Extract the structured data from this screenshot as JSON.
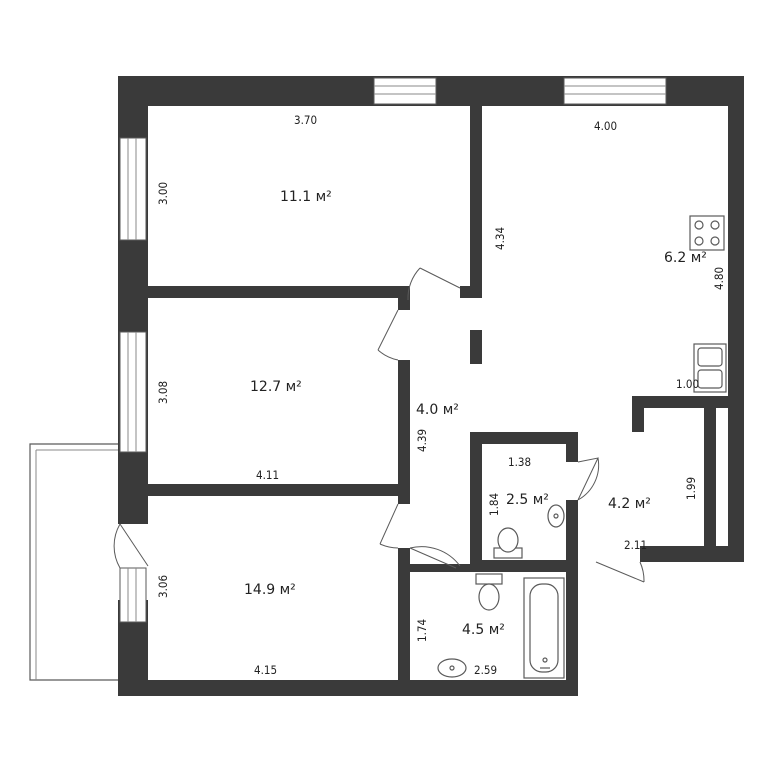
{
  "rooms": [
    {
      "id": "room-1",
      "area": "11.1 м²"
    },
    {
      "id": "room-2",
      "area": "12.7 м²"
    },
    {
      "id": "room-3",
      "area": "14.9 м²"
    },
    {
      "id": "kitchen",
      "area": "6.2 м²"
    },
    {
      "id": "hall",
      "area": "4.0 м²"
    },
    {
      "id": "corridor",
      "area": "4.2 м²"
    },
    {
      "id": "toilet",
      "area": "2.5 м²"
    },
    {
      "id": "bathroom",
      "area": "4.5 м²"
    }
  ],
  "dimensions": {
    "room1_width": "3.70",
    "room1_depth": "3.00",
    "room2_depth": "3.08",
    "room2_width": "4.11",
    "room3_depth": "3.06",
    "room3_width": "4.15",
    "kitchen_width": "4.00",
    "kitchen_left": "4.34",
    "kitchen_right": "4.80",
    "kitchen_nook": "1.00",
    "hall_length": "4.39",
    "toilet_width": "1.38",
    "toilet_depth": "1.84",
    "corridor_depth": "1.99",
    "corridor_width": "2.11",
    "bath_depth": "1.74",
    "bath_width": "2.59"
  },
  "colors": {
    "wall": "#3a3a3a",
    "fixture": "#5a5a5a"
  }
}
